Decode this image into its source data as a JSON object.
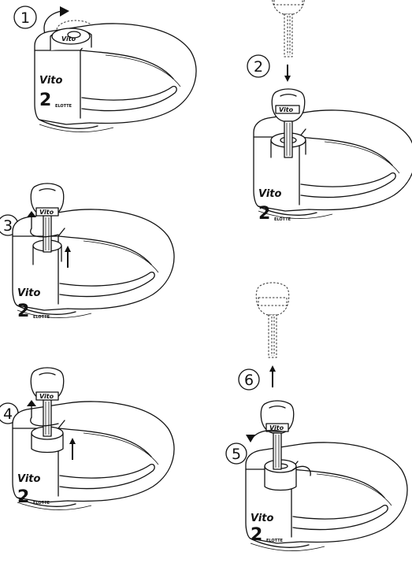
{
  "steps": [
    {
      "number": "1"
    },
    {
      "number": "2"
    },
    {
      "number": "3"
    },
    {
      "number": "4"
    },
    {
      "number": "5"
    },
    {
      "number": "6"
    }
  ],
  "lock": {
    "brand": "Vito",
    "model": "2",
    "tag": "ELOTTE"
  },
  "key": {
    "label": "Vito"
  }
}
